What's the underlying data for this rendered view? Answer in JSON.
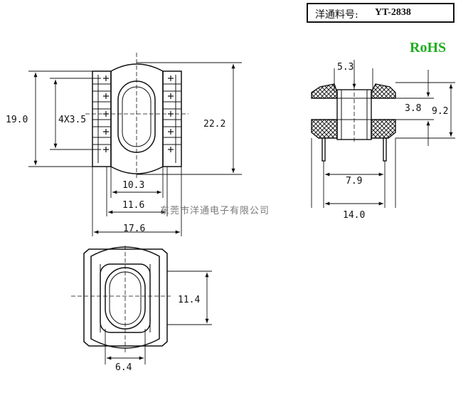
{
  "header": {
    "part_label": "洋通料号:",
    "part_number": "YT-2838",
    "compliance": "RoHS"
  },
  "watermark": "东莞市洋通电子有限公司",
  "dimensions": {
    "overall_height": "19.0",
    "pin_pitch": "4X3.5",
    "body_height": "22.2",
    "inner_width": "10.3",
    "flange_width": "11.6",
    "overall_width": "17.6",
    "top_step": "5.3",
    "core_height": "3.8",
    "side_height": "9.2",
    "pin_span": "7.9",
    "base_width": "14.0",
    "bottom_height": "11.4",
    "bottom_width": "6.4"
  }
}
